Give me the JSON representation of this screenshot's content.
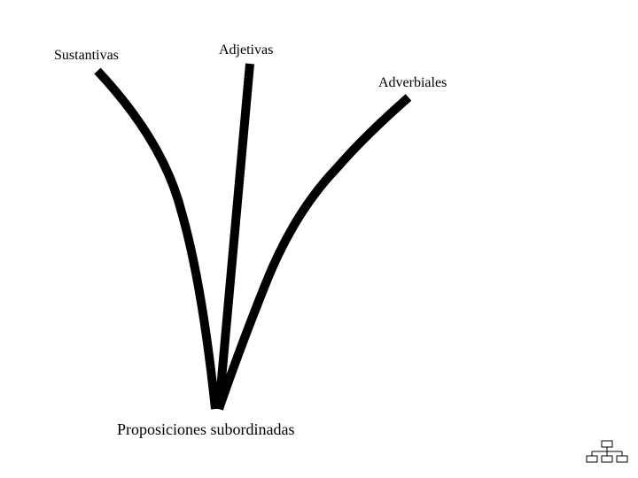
{
  "diagram": {
    "root_label": "Proposiciones subordinadas",
    "branches": [
      {
        "label": "Sustantivas"
      },
      {
        "label": "Adjetivas"
      },
      {
        "label": "Adverbiales"
      }
    ],
    "line_color": "#000000",
    "background_color": "#ffffff"
  },
  "footer": {
    "icon": "org-chart-icon"
  }
}
